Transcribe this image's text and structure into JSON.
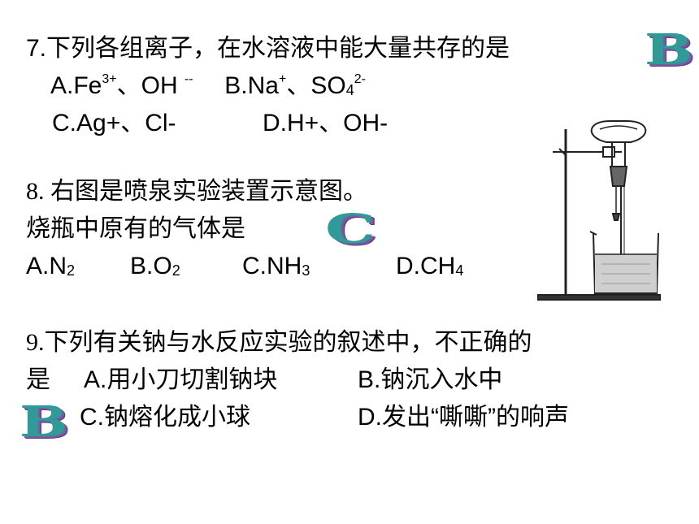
{
  "q7": {
    "stem": "7.下列各组离子，在水溶液中能大量共存的是",
    "answer": "B",
    "optA": {
      "label": "A.Fe",
      "sup1": "3+",
      "mid": "、OH",
      "sup2": "--"
    },
    "optB": {
      "label": "B.Na",
      "sup1": "+",
      "mid": "、SO",
      "sub": "4",
      "sup2": "2-"
    },
    "optC": "C.Ag+、Cl-",
    "optD": "D.H+、OH-"
  },
  "q8": {
    "line1": "8. 右图是喷泉实验装置示意图。",
    "line2": "烧瓶中原有的气体是",
    "answer": "C",
    "optA": {
      "label": "A.N",
      "sub": "2"
    },
    "optB": {
      "label": "B.O",
      "sub": "2"
    },
    "optC": {
      "label": "C.NH",
      "sub": "3"
    },
    "optD": {
      "label": "D.CH",
      "sub": "4"
    }
  },
  "q9": {
    "line1": "9.下列有关钠与水反应实验的叙述中，不正确的",
    "line2_prefix": "是",
    "optA": "A.用小刀切割钠块",
    "optB": "B.钠沉入水中",
    "optC": "C.钠熔化成小球",
    "optD": "D.发出“嘶嘶”的响声",
    "answer": "B"
  },
  "colors": {
    "wordart_fill": "#2f9a98",
    "wordart_shadow": "#5d3f86",
    "text": "#000000"
  }
}
